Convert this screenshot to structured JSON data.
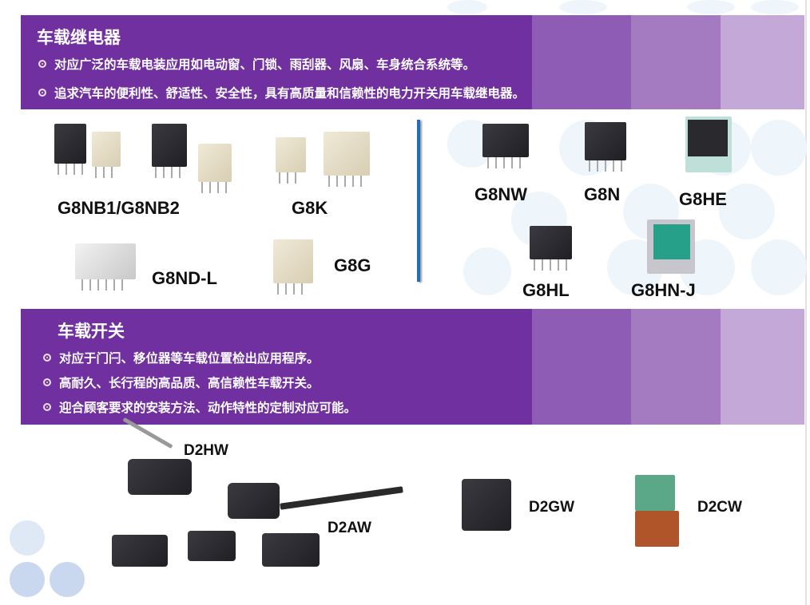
{
  "relay_section": {
    "title": "车载继电器",
    "bullets": [
      "对应广泛的车载电装应用如电动窗、门锁、雨刮器、风扇、车身统合系统等。",
      "追求汽车的便利性、舒适性、安全性，具有高质量和信赖性的电力开关用车载继电器。"
    ],
    "products": [
      "G8NB1/G8NB2",
      "G8K",
      "G8ND-L",
      "G8G",
      "G8NW",
      "G8N",
      "G8HE",
      "G8HL",
      "G8HN-J"
    ]
  },
  "switch_section": {
    "title": "车载开关",
    "bullets": [
      "对应于门闩、移位器等车载位置检出应用程序。",
      "高耐久、长行程的高品质、高信赖性车载开关。",
      "迎合顾客要求的安装方法、动作特性的定制对应可能。"
    ],
    "products": [
      "D2HW",
      "D2AW",
      "D2GW",
      "D2CW"
    ]
  },
  "colors": {
    "primary": "#7030a0",
    "divider": "#1f6fc0"
  }
}
